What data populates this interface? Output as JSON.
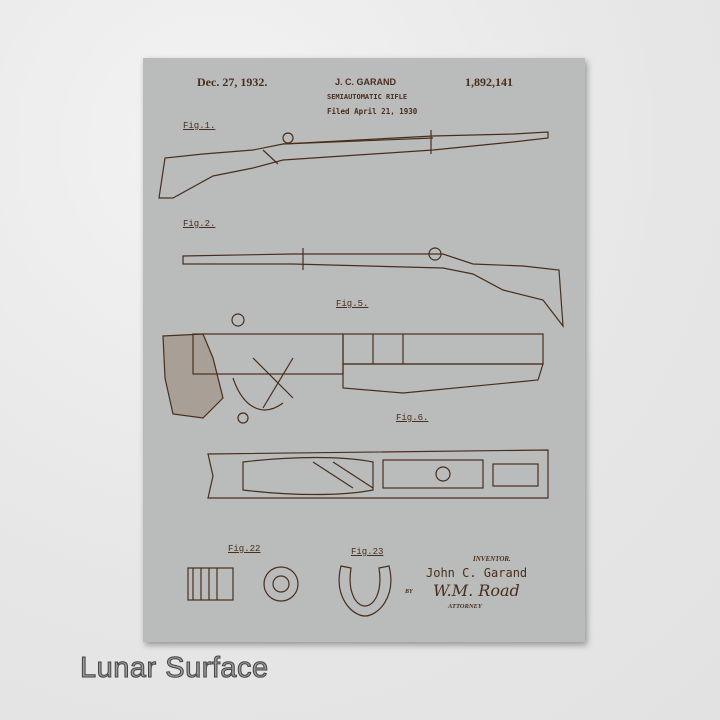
{
  "patent": {
    "date": "Dec. 27, 1932.",
    "inventor_header": "J. C. GARAND",
    "number": "1,892,141",
    "title": "SEMIAUTOMATIC RIFLE",
    "filed": "Filed April 21, 1930",
    "figures": [
      "Fig.1.",
      "Fig.2.",
      "Fig.5.",
      "Fig.6.",
      "Fig.22",
      "Fig.23"
    ],
    "inventor_label": "INVENTOR.",
    "inventor_name": "John C. Garand",
    "by_label": "BY",
    "attorney_signature": "W.M. Road",
    "attorney_label": "ATTORNEY"
  },
  "caption": "Lunar Surface",
  "colors": {
    "ink": "#4a2e1c",
    "paper": "#b9bcbb",
    "wall": "#ebebeb"
  }
}
